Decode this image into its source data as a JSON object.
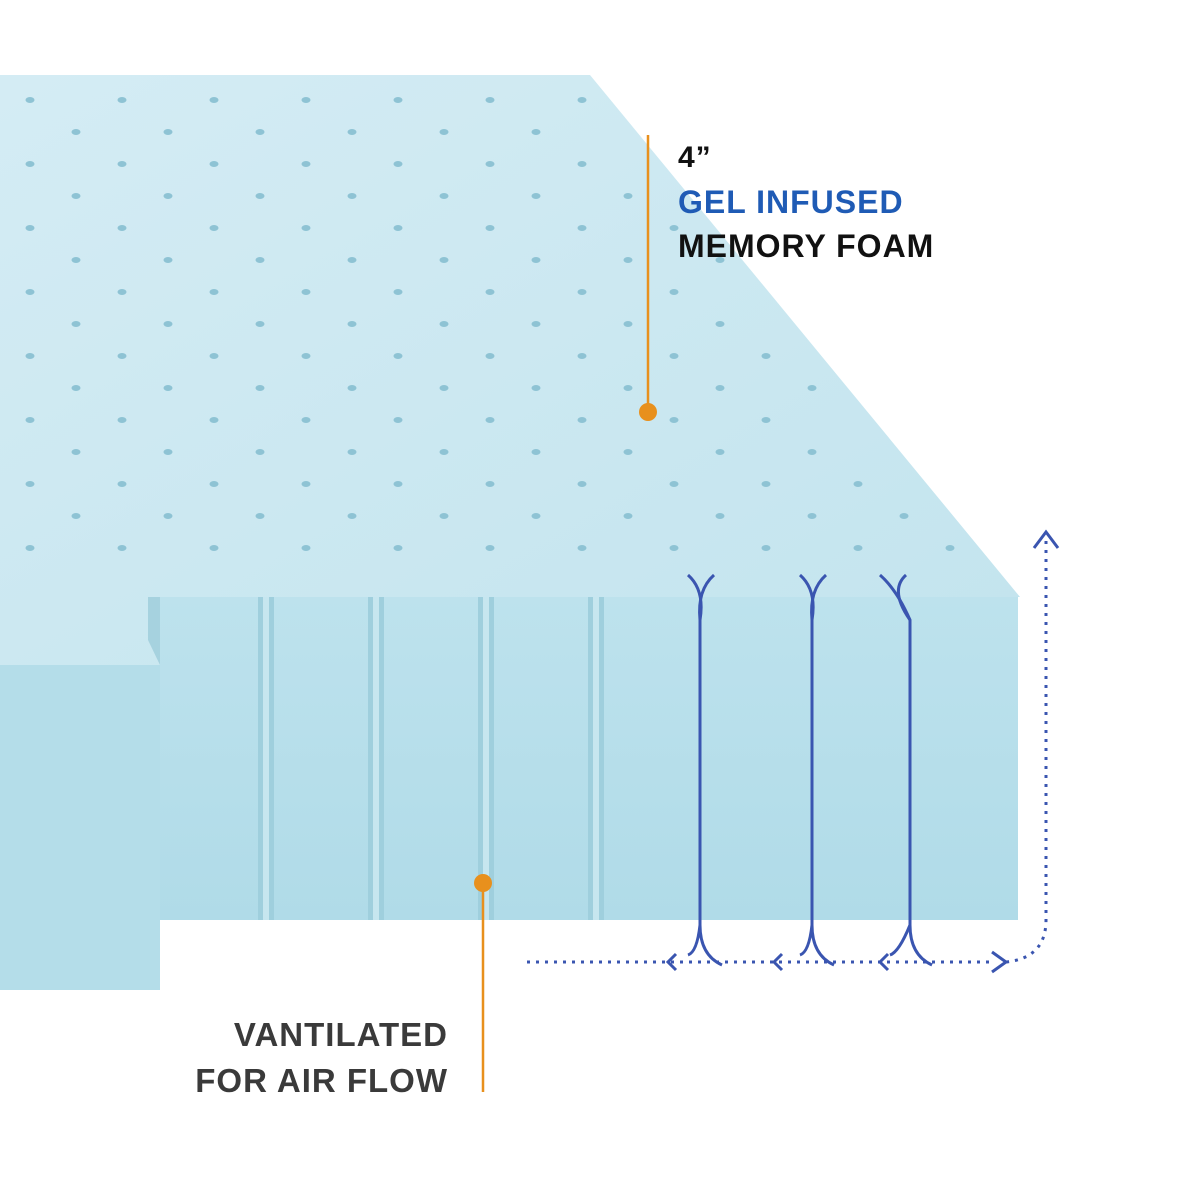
{
  "colors": {
    "foam_top": "#cbe8f1",
    "foam_front": "#b6dfeb",
    "foam_side": "#a9d6e3",
    "groove": "#92c6d6",
    "perforation": "#8ec3d4",
    "leader_line": "#e8901d",
    "airflow_arrow": "#3a55b0",
    "accent_text": "#1f5bb5"
  },
  "callouts": {
    "top": {
      "line1": "4”",
      "line2": "GEL INFUSED",
      "line3": "MEMORY FOAM"
    },
    "bottom": {
      "line1": "VANTILATED",
      "line2": "FOR AIR FLOW"
    }
  },
  "icons": {
    "airflow": "dotted-arrow-icon",
    "vent_curves": "bracket-curve-icon"
  }
}
